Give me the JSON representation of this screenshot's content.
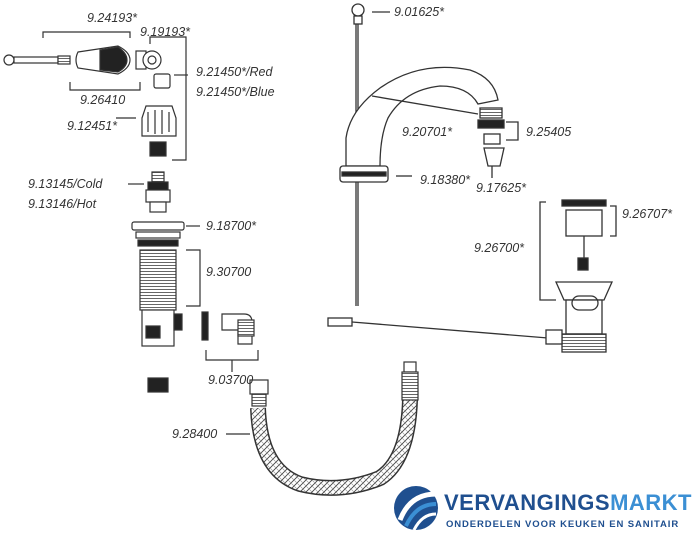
{
  "labels": {
    "p24193": "9.24193*",
    "p19193": "9.19193*",
    "p26410": "9.26410",
    "p21450_red": "9.21450*/Red",
    "p21450_blue": "9.21450*/Blue",
    "p12451": "9.12451*",
    "p13145": "9.13145/Cold",
    "p13146": "9.13146/Hot",
    "p18700": "9.18700*",
    "p30700": "9.30700",
    "p03700": "9.03700",
    "p28400": "9.28400",
    "p01625": "9.01625*",
    "p20701": "9.20701*",
    "p25405": "9.25405",
    "p18380": "9.18380*",
    "p17625": "9.17625*",
    "p26707": "9.26707*",
    "p26700": "9.26700*"
  },
  "brand": {
    "name_bold": "VERVANGINGS",
    "name_light": "MARKT",
    "tagline": "ONDERDELEN VOOR KEUKEN EN SANITAIR",
    "colors": {
      "primary": "#1f4f8f",
      "secondary": "#3b8fd4"
    }
  }
}
